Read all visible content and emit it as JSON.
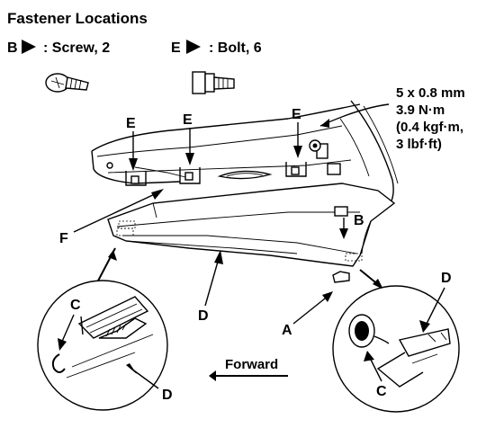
{
  "title": "Fastener Locations",
  "legend": [
    {
      "letter": "B",
      "label": ": Screw, 2"
    },
    {
      "letter": "E",
      "label": ": Bolt, 6"
    }
  ],
  "torque_spec": [
    "5 x 0.8 mm",
    "3.9 N·m",
    "(0.4 kgf·m,",
    "3 lbf·ft)"
  ],
  "callouts": {
    "E": "E",
    "B": "B",
    "F": "F",
    "D": "D",
    "A": "A",
    "C": "C"
  },
  "forward_label": "Forward"
}
